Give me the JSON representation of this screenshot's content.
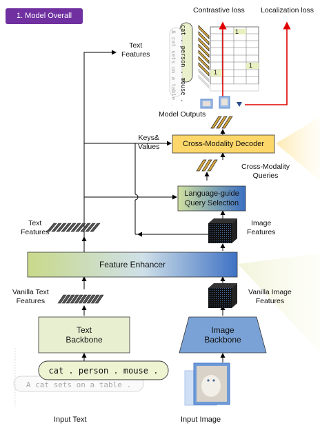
{
  "badge": "1. Model Overall",
  "labels": {
    "contrastive_loss": "Contrastive loss",
    "localization_loss": "Localization loss",
    "text_features_top_1": "Text",
    "text_features_top_2": "Features",
    "model_outputs": "Model Outputs",
    "keys_values_1": "Keys&",
    "keys_values_2": "Values",
    "cross_modality_queries_1": "Cross-Modality",
    "cross_modality_queries_2": "Queries",
    "text_features_mid_1": "Text",
    "text_features_mid_2": "Features",
    "image_features_1": "Image",
    "image_features_2": "Features",
    "vanilla_text_features_1": "Vanilla Text",
    "vanilla_text_features_2": "Features",
    "vanilla_image_features_1": "Vanilla Image",
    "vanilla_image_features_2": "Features",
    "input_text": "Input Text",
    "input_image": "Input Image"
  },
  "blocks": {
    "decoder": "Cross-Modality Decoder",
    "query_selection_1": "Language-guide",
    "query_selection_2": "Query Selection",
    "feature_enhancer": "Feature Enhancer",
    "text_backbone_1": "Text",
    "text_backbone_2": "Backbone",
    "image_backbone_1": "Image",
    "image_backbone_2": "Backbone"
  },
  "prompt": {
    "main": "cat . person . mouse .",
    "ghost": "A cat sets on a table ."
  },
  "matrix": {
    "vertical_text_1": "cat . person . mouse .",
    "vertical_text_2": "A cat sets on a table .",
    "ones": [
      "1",
      "1",
      "1"
    ]
  },
  "colors": {
    "badge": "#7030a0",
    "decoder": "#fdd76a",
    "arrow_red": "#e00000",
    "backbone_green": "#e8efd0",
    "image_backbone": "#7aa2d6"
  }
}
